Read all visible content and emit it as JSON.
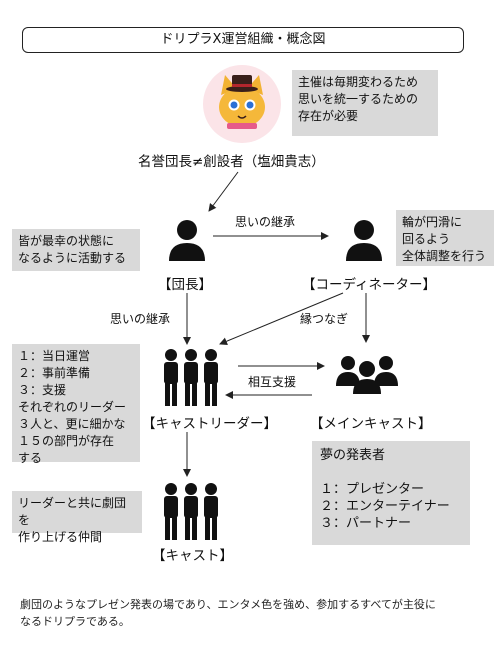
{
  "title": "ドリプラX運営組織・概念図",
  "founder": {
    "label": "名誉団長≠創設者（塩畑貴志）",
    "note": "主催は毎期変わるため\n思いを統一するための\n存在が必要"
  },
  "leader": {
    "label": "【団長】",
    "note": "皆が最幸の状態に\nなるように活動する"
  },
  "coordinator": {
    "label": "【コーディネーター】",
    "note": "輪が円滑に\n回るよう\n全体調整を行う"
  },
  "cast_leader": {
    "label": "【キャストリーダー】",
    "note": "１：当日運営\n２：事前準備\n３：支援\nそれぞれのリーダー\n３人と、更に細かな\n１５の部門が存在\nする"
  },
  "main_cast": {
    "label": "【メインキャスト】",
    "note": "夢の発表者\n\n１：プレゼンター\n２：エンターテイナー\n３：パートナー"
  },
  "cast": {
    "label": "【キャスト】",
    "note": "リーダーと共に劇団を\n作り上げる仲間"
  },
  "edges": {
    "leader_to_coordinator": "思いの継承",
    "coordinator_to_cast_leader": "思いの継承",
    "coordinator_to_main_cast": "縁つなぎ",
    "mutual": "相互支援"
  },
  "footer": "劇団のようなプレゼン発表の場であり、エンタメ色を強め、参加するすべてが主役に\nなるドリプラである。"
}
